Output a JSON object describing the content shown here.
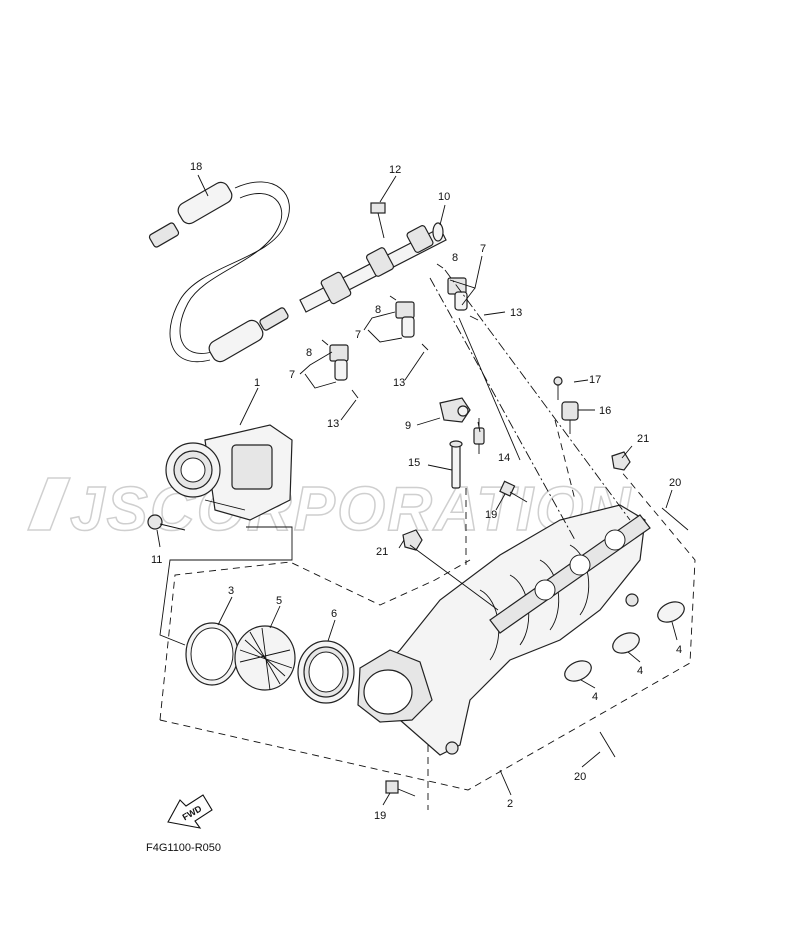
{
  "watermark": "JSCORPORATION",
  "drawing_code": "F4G1100-R050",
  "fwd_label": "FWD",
  "callouts": {
    "c1": "1",
    "c2": "2",
    "c3": "3",
    "c4a": "4",
    "c4b": "4",
    "c4c": "4",
    "c5": "5",
    "c6": "6",
    "c7a": "7",
    "c7b": "7",
    "c7c": "7",
    "c8a": "8",
    "c8b": "8",
    "c8c": "8",
    "c9": "9",
    "c10": "10",
    "c11": "11",
    "c12": "12",
    "c13a": "13",
    "c13b": "13",
    "c13c": "13",
    "c14": "14",
    "c15": "15",
    "c16": "16",
    "c17": "17",
    "c18": "18",
    "c19a": "19",
    "c19b": "19",
    "c20a": "20",
    "c20b": "20",
    "c21a": "21",
    "c21b": "21"
  }
}
